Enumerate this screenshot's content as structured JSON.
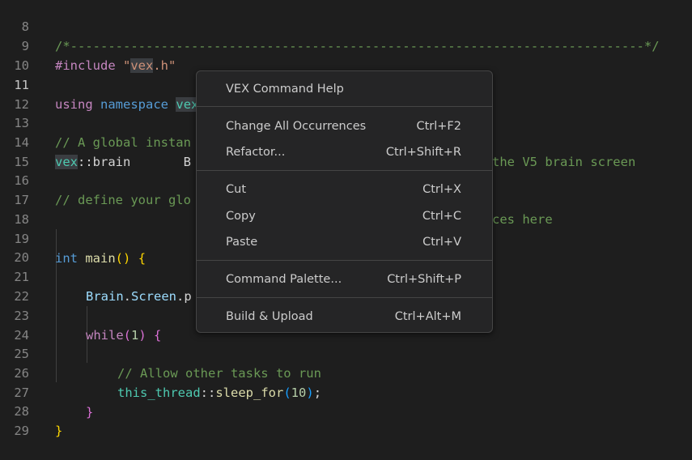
{
  "editor": {
    "lines": [
      {
        "n": "8"
      },
      {
        "n": "9"
      },
      {
        "n": "10"
      },
      {
        "n": "11"
      },
      {
        "n": "12"
      },
      {
        "n": "13"
      },
      {
        "n": "14"
      },
      {
        "n": "15"
      },
      {
        "n": "16"
      },
      {
        "n": "17"
      },
      {
        "n": "18"
      },
      {
        "n": "19"
      },
      {
        "n": "20"
      },
      {
        "n": "21"
      },
      {
        "n": "22"
      },
      {
        "n": "23"
      },
      {
        "n": "24"
      },
      {
        "n": "25"
      },
      {
        "n": "26"
      },
      {
        "n": "27"
      },
      {
        "n": "28"
      },
      {
        "n": "29"
      }
    ],
    "code": {
      "l8": "/*----------------------------------------------------------------------------*/",
      "l9_kw": "#include",
      "l9_str_open": " \"",
      "l9_hl": "vex",
      "l9_str_close": ".h\"",
      "l11_using": "using",
      "l11_namespace": "namespace",
      "l11_vex": "vex",
      "l11_semicolon": ";",
      "l13_left": "// A global instan",
      "l13_right": "the V5 brain screen",
      "l14_ns": "vex",
      "l14_rest": "::brain       B",
      "l16_left": "// define your glo",
      "l16_right": "ces here",
      "l19_int": "int",
      "l19_main": "main",
      "l19_parens": "()",
      "l19_brace": "{",
      "l21_brain": "Brain",
      "l21_dot": ".",
      "l21_screen": "Screen",
      "l21_rest": ".p",
      "l23_while": "while",
      "l23_open": "(",
      "l23_num": "1",
      "l23_close": ")",
      "l23_brace": "{",
      "l25_cmt": "// Allow other tasks to run",
      "l26_ns": "this_thread",
      "l26_sep": "::",
      "l26_fn": "sleep_for",
      "l26_open": "(",
      "l26_num": "10",
      "l26_close": ")",
      "l26_semi": ";",
      "l27_brace": "}",
      "l28_brace": "}"
    }
  },
  "context_menu": {
    "items": [
      {
        "label": "VEX Command Help",
        "shortcut": ""
      },
      {
        "label": "Change All Occurrences",
        "shortcut": "Ctrl+F2"
      },
      {
        "label": "Refactor...",
        "shortcut": "Ctrl+Shift+R"
      },
      {
        "label": "Cut",
        "shortcut": "Ctrl+X"
      },
      {
        "label": "Copy",
        "shortcut": "Ctrl+C"
      },
      {
        "label": "Paste",
        "shortcut": "Ctrl+V"
      },
      {
        "label": "Command Palette...",
        "shortcut": "Ctrl+Shift+P"
      },
      {
        "label": "Build & Upload",
        "shortcut": "Ctrl+Alt+M"
      }
    ]
  }
}
